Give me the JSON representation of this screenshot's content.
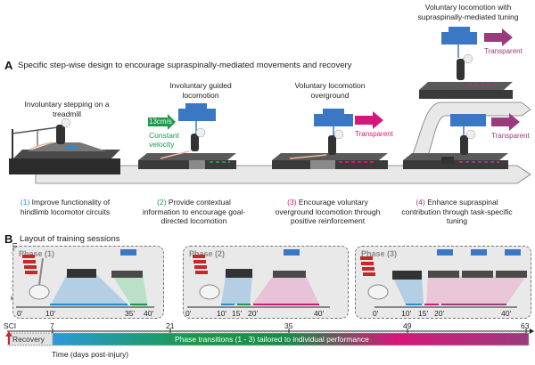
{
  "panel_a": {
    "letter": "A",
    "title": "Specific step-wise design to encourage supraspinally-mediated movements and recovery",
    "scenes": [
      {
        "caption": "Involuntary stepping on a treadmill"
      },
      {
        "caption": "Involuntary guided locomotion",
        "speed_label": "13cm/s",
        "speed_note": "Constant velocity"
      },
      {
        "caption": "Voluntary locomotion overground",
        "robot_mode": "Transparent"
      },
      {
        "caption": "Voluntary locomotion with supraspinally-mediated tuning",
        "robot_mode_top": "Transparent",
        "robot_mode_bottom": "Transparent"
      }
    ],
    "steps": [
      {
        "num": "(1)",
        "text": "Improve functionality of hindlimb locomotor circuits"
      },
      {
        "num": "(2)",
        "text": "Provide contextual information to encourage goal-directed locomotion"
      },
      {
        "num": "(3)",
        "text": "Encourage voluntary overground locomotion through positive reinforcement"
      },
      {
        "num": "(4)",
        "text": "Enhance supraspinal contribution through task-specific tuning"
      }
    ]
  },
  "panel_b": {
    "letter": "B",
    "title": "Layout of training sessions",
    "y_label": "Training session",
    "phases": [
      {
        "title": "Phase (1)",
        "ticks": [
          "0'",
          "10'",
          "35'",
          "40'"
        ]
      },
      {
        "title": "Phase (2)",
        "ticks": [
          "0'",
          "10'",
          "15'",
          "20'",
          "40'"
        ]
      },
      {
        "title": "Phase (3)",
        "ticks": [
          "0'",
          "10'",
          "15'",
          "20'",
          "40'"
        ]
      }
    ],
    "timeline": {
      "start_label": "SCI",
      "ticks": [
        "7",
        "21",
        "35",
        "49",
        "63"
      ],
      "recovery_label": "Recovery",
      "bar_label": "Phase transitions (1 - 3) tailored to individual performance",
      "axis_label": "Time (days post-injury)"
    }
  },
  "colors": {
    "step1": "#1f8fd0",
    "step2": "#1a9a4a",
    "step3": "#d6177a",
    "step4": "#9a3b7e",
    "robot": "#3a78c4"
  }
}
